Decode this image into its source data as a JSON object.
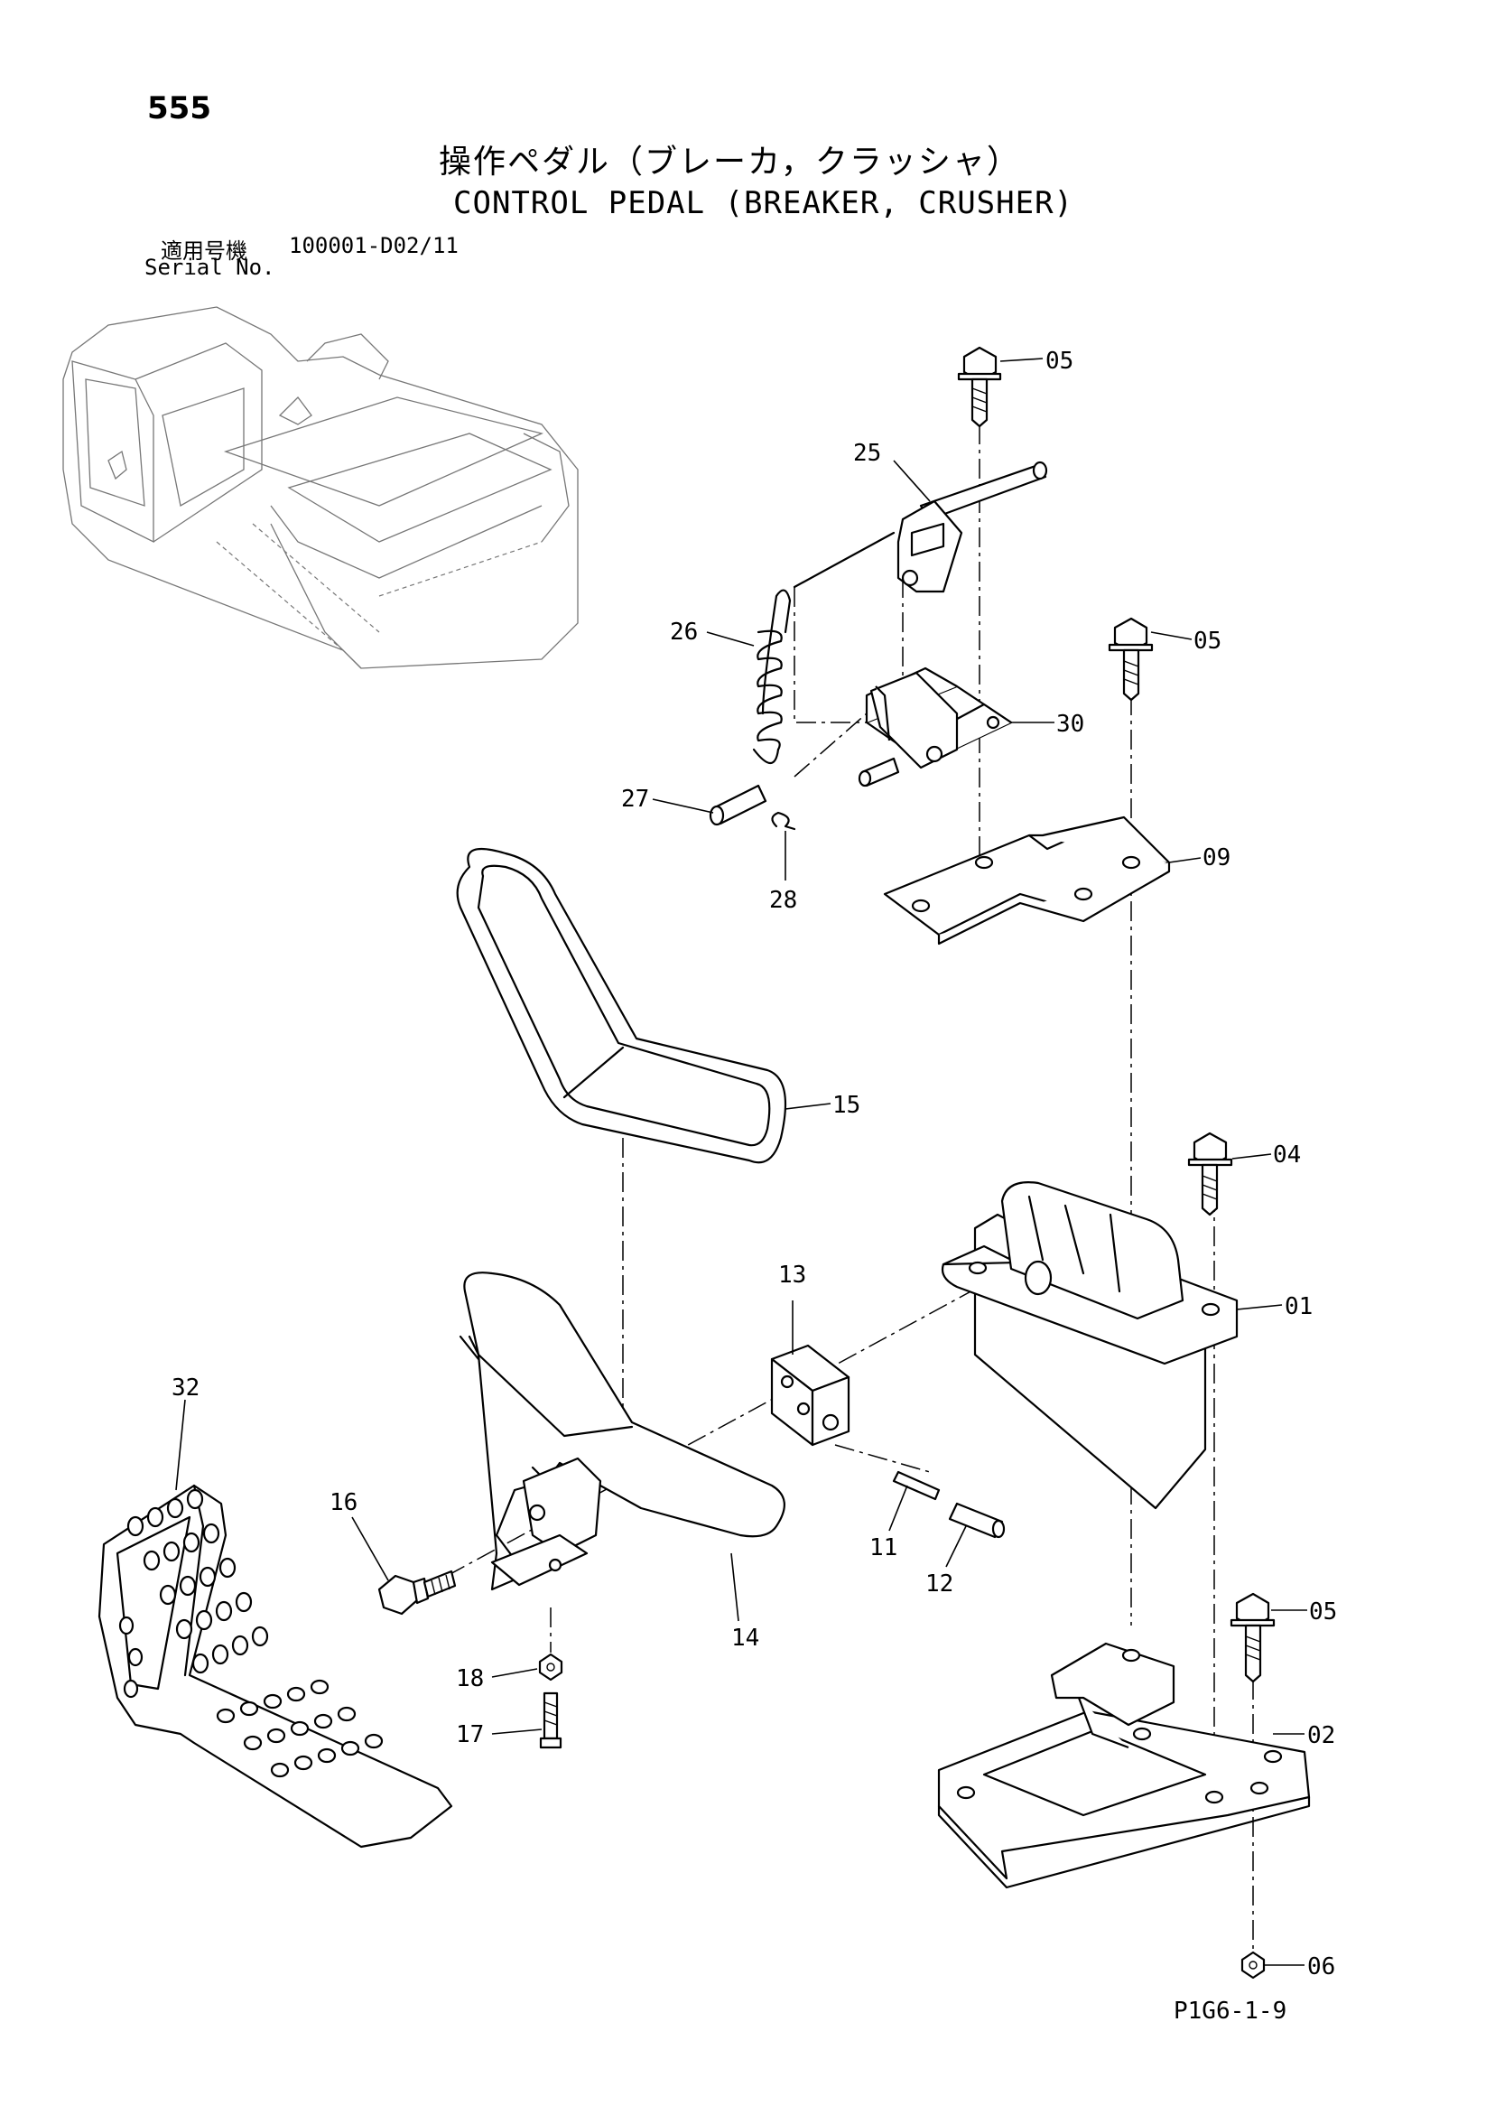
{
  "page": {
    "page_number": "555",
    "title_jp": "操作ペダル（ブレーカ，クラッシャ）",
    "title_en": "CONTROL PEDAL (BREAKER, CRUSHER)",
    "serial_label_jp": "適用号機",
    "serial_label_en": "Serial No.",
    "serial_value": "100001-D02/11",
    "drawing_code": "P1G6-1-9"
  },
  "parts": {
    "p01": "01",
    "p02": "02",
    "p04": "04",
    "p05a": "05",
    "p05b": "05",
    "p05c": "05",
    "p06": "06",
    "p09": "09",
    "p11": "11",
    "p12": "12",
    "p13": "13",
    "p14": "14",
    "p15": "15",
    "p16": "16",
    "p17": "17",
    "p18": "18",
    "p25": "25",
    "p26": "26",
    "p27": "27",
    "p28": "28",
    "p30": "30",
    "p32": "32"
  }
}
